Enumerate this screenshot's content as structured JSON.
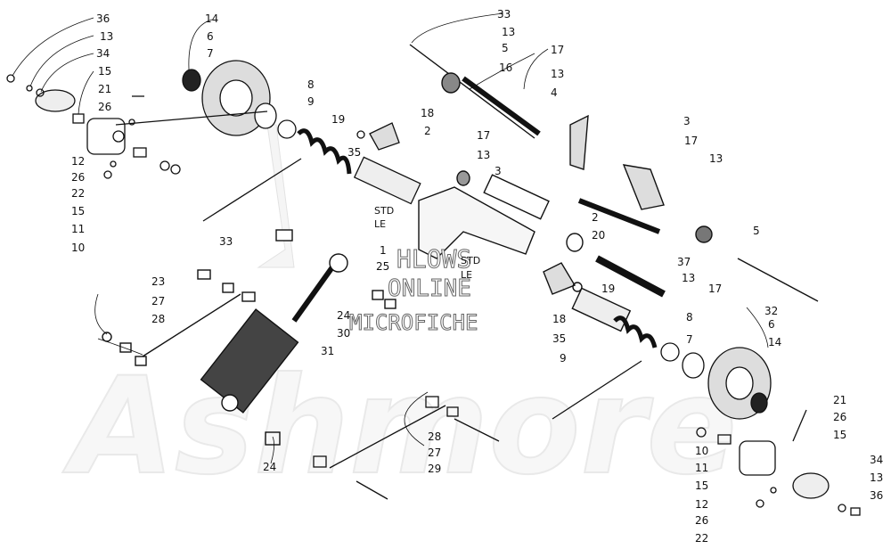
{
  "watermark": {
    "brand": "Ashmore",
    "line1": "HLOWS",
    "line2": "ONLINE",
    "line3": "MICROFICHE"
  },
  "std_labels": [
    {
      "std": "STD",
      "le": "LE"
    },
    {
      "std": "STD",
      "le": "LE"
    }
  ],
  "callouts": [
    "36",
    "13",
    "34",
    "15",
    "21",
    "26",
    "12",
    "26",
    "22",
    "15",
    "11",
    "10",
    "14",
    "6",
    "7",
    "8",
    "9",
    "19",
    "18",
    "35",
    "33",
    "13",
    "5",
    "16",
    "17",
    "13",
    "4",
    "3",
    "17",
    "13",
    "2",
    "3",
    "17",
    "13",
    "5",
    "2",
    "20",
    "37",
    "13",
    "17",
    "32",
    "1",
    "25",
    "19",
    "18",
    "35",
    "23",
    "27",
    "28",
    "24",
    "30",
    "31",
    "33",
    "8",
    "7",
    "9",
    "6",
    "14",
    "21",
    "26",
    "15",
    "10",
    "11",
    "15",
    "12",
    "26",
    "22",
    "34",
    "13",
    "36",
    "28",
    "27",
    "29",
    "24"
  ]
}
